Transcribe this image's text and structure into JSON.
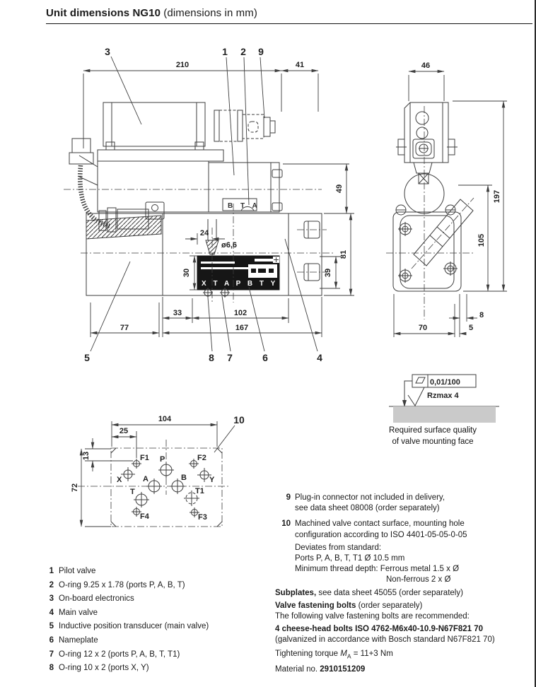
{
  "title": {
    "main": "Unit dimensions NG10",
    "suffix": " (dimensions in mm)"
  },
  "colors": {
    "line": "#3d3d3d",
    "nameplate_bg": "#161616",
    "surface_bar": "#cacaca",
    "text": "#1a1a1a"
  },
  "front_view": {
    "callouts": {
      "c1": "1",
      "c2": "2",
      "c3": "3",
      "c4": "4",
      "c5": "5",
      "c6": "6",
      "c7": "7",
      "c8": "8",
      "c9": "9"
    },
    "dims": {
      "width_total": "210",
      "width_connector": "41",
      "height_pilot": "49",
      "height_main": "81",
      "height_ports": "39",
      "port_offset": "24",
      "port_dia": "ø6,6",
      "nameplate_h": "30",
      "off_33": "33",
      "off_102": "102",
      "off_167": "167",
      "off_77": "77"
    },
    "port_marking": "B T A",
    "nameplate_text": "X T A P B T Y"
  },
  "side_view": {
    "dims": {
      "width_pilot": "46",
      "height_total": "197",
      "height_main": "105",
      "off_8": "8",
      "width_base": "70",
      "off_5": "5"
    }
  },
  "surface_quality": {
    "flatness": "0,01/100",
    "roughness": "Rzmax 4",
    "caption_line1": "Required surface quality",
    "caption_line2": "of valve mounting face"
  },
  "mounting_pattern": {
    "callout": "10",
    "dims": {
      "w104": "104",
      "w25": "25",
      "h13": "13",
      "h72": "72"
    },
    "ports": {
      "f1": "F1",
      "f2": "F2",
      "p": "P",
      "x": "X",
      "y": "Y",
      "a": "A",
      "b": "B",
      "t": "T",
      "t1": "T1",
      "f4": "F4",
      "f3": "F3"
    }
  },
  "legend": {
    "items": [
      {
        "num": "1",
        "text": "Pilot valve"
      },
      {
        "num": "2",
        "text": "O-ring 9.25 x 1.78 (ports P, A, B, T)"
      },
      {
        "num": "3",
        "text": "On-board electronics"
      },
      {
        "num": "4",
        "text": "Main valve"
      },
      {
        "num": "5",
        "text": "Inductive position transducer (main valve)"
      },
      {
        "num": "6",
        "text": "Nameplate"
      },
      {
        "num": "7",
        "text": "O-ring 12 x 2 (ports P, A, B, T, T1)"
      },
      {
        "num": "8",
        "text": "O-ring 10 x 2 (ports X, Y)"
      }
    ]
  },
  "notes": {
    "item9": {
      "num": "9",
      "line1": "Plug-in connector not included in delivery,",
      "line2": "see data sheet 08008 (order separately)"
    },
    "item10": {
      "num": "10",
      "line1": "Machined valve contact surface, mounting hole",
      "line2": "configuration according to ISO 4401-05-05-0-05"
    },
    "deviations": {
      "line1": "Deviates from standard:",
      "line2": "Ports P, A, B, T, T1 Ø 10.5 mm",
      "line3": "Minimum thread depth: Ferrous metal 1.5 x Ø",
      "line4": "Non-ferrous 2 x Ø"
    },
    "subplates": {
      "bold": "Subplates,",
      "rest": " see data sheet 45055 (order separately)"
    },
    "bolts": {
      "heading_bold": "Valve fastening bolts",
      "heading_rest": " (order separately)",
      "line2": "The following valve fastening bolts are recommended:",
      "spec_bold": "4 cheese-head bolts ISO 4762-M6x40-10.9-N67F821 70",
      "spec_line2": "(galvanized in accordance with Bosch standard N67F821 70)"
    },
    "torque": {
      "prefix": "Tightening torque ",
      "symbol": "M",
      "sub": "A",
      "rest": " = 11+3 Nm"
    },
    "material": {
      "prefix": "Material no. ",
      "value": "2910151209"
    }
  }
}
